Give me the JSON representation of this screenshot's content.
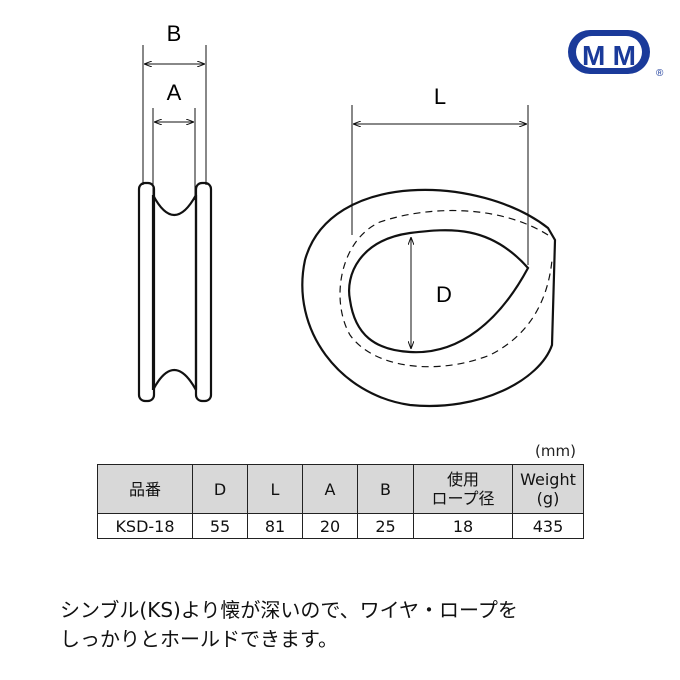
{
  "logo": {
    "text": "MM",
    "registered": "®",
    "color": "#1a3a9a"
  },
  "diagram": {
    "label_b": "B",
    "label_a": "A",
    "label_l": "L",
    "label_d": "D"
  },
  "table": {
    "unit": "(mm)",
    "headers": [
      "品番",
      "D",
      "L",
      "A",
      "B",
      "使用\nロープ径",
      "Weight\n(g)"
    ],
    "headers_display": [
      [
        "品番"
      ],
      [
        "D"
      ],
      [
        "L"
      ],
      [
        "A"
      ],
      [
        "B"
      ],
      [
        "使用",
        "ロープ径"
      ],
      [
        "Weight",
        "(g)"
      ]
    ],
    "rows": [
      [
        "KSD-18",
        "55",
        "81",
        "20",
        "25",
        "18",
        "435"
      ]
    ]
  },
  "description": [
    "シンブル(KS)より懐が深いので、ワイヤ・ロープを",
    "しっかりとホールドできます。"
  ]
}
